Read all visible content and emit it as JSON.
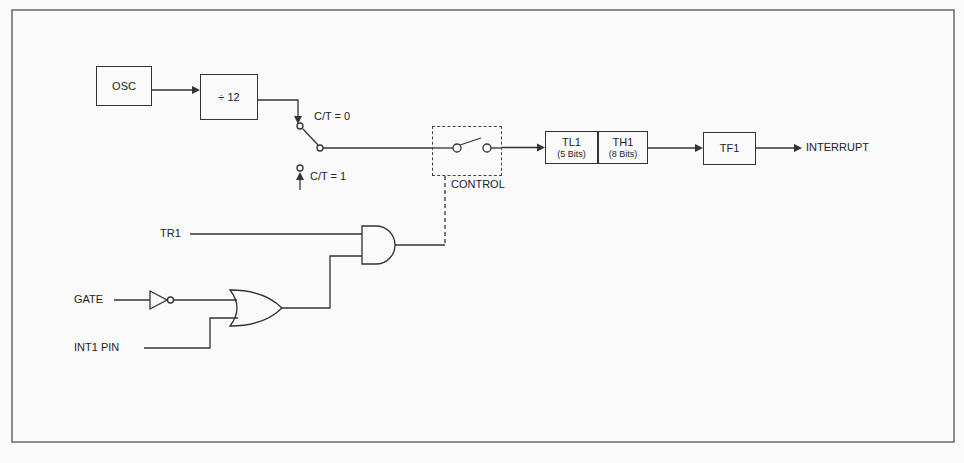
{
  "diagram": {
    "nodes": [
      {
        "text": [
          "OSC"
        ]
      },
      {
        "text": [
          "÷ 12"
        ]
      },
      {
        "text": [
          "CONTROL"
        ]
      },
      {
        "text": [
          "TL1",
          "(5 Bits)"
        ]
      },
      {
        "text": [
          "TH1",
          "(8 Bits)"
        ]
      },
      {
        "text": [
          "TF1"
        ]
      }
    ],
    "edges": [
      {
        "from": 0,
        "to": 1,
        "arrow": "to"
      },
      {
        "from": 2,
        "to": 3,
        "arrow": "to"
      },
      {
        "from": 4,
        "to": 5,
        "arrow": "to"
      }
    ],
    "labels": [
      "C/T = 0",
      "C/T = 1",
      "TR1",
      "GATE",
      "INT1 PIN",
      "INTERRUPT"
    ]
  }
}
